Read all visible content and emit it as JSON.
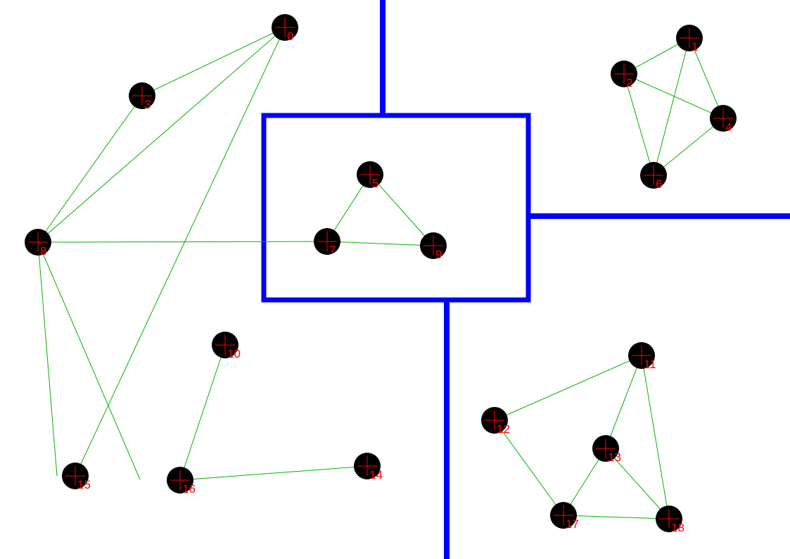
{
  "colors": {
    "background": "#ffffff",
    "wall": "#0000ff",
    "edge": "#00b400",
    "node_fill": "#000000",
    "crosshair": "#ff0000",
    "label": "#ff0000"
  },
  "nodes": [
    {
      "id": "0",
      "label": "0"
    },
    {
      "id": "1",
      "label": "1"
    },
    {
      "id": "2",
      "label": "2"
    },
    {
      "id": "3",
      "label": "3"
    },
    {
      "id": "4",
      "label": "4"
    },
    {
      "id": "5",
      "label": "5"
    },
    {
      "id": "6",
      "label": "6"
    },
    {
      "id": "7",
      "label": "7"
    },
    {
      "id": "8",
      "label": "8"
    },
    {
      "id": "9",
      "label": "9"
    },
    {
      "id": "10",
      "label": "10"
    },
    {
      "id": "11",
      "label": "11"
    },
    {
      "id": "12",
      "label": "12"
    },
    {
      "id": "13",
      "label": "13"
    },
    {
      "id": "14",
      "label": "14"
    },
    {
      "id": "15",
      "label": "15"
    },
    {
      "id": "16",
      "label": "16"
    },
    {
      "id": "17",
      "label": "17"
    },
    {
      "id": "18",
      "label": "18"
    }
  ],
  "edges": [
    [
      "0",
      "3"
    ],
    [
      "0",
      "8"
    ],
    [
      "0",
      "15"
    ],
    [
      "3",
      "8"
    ],
    [
      "8",
      "7"
    ],
    [
      "8",
      "15"
    ],
    [
      "8",
      "dangling"
    ],
    [
      "5",
      "7"
    ],
    [
      "5",
      "9"
    ],
    [
      "7",
      "9"
    ],
    [
      "1",
      "2"
    ],
    [
      "1",
      "4"
    ],
    [
      "1",
      "6"
    ],
    [
      "2",
      "4"
    ],
    [
      "2",
      "6"
    ],
    [
      "4",
      "6"
    ],
    [
      "10",
      "16"
    ],
    [
      "16",
      "14"
    ],
    [
      "11",
      "12"
    ],
    [
      "11",
      "13"
    ],
    [
      "11",
      "18"
    ],
    [
      "12",
      "17"
    ],
    [
      "13",
      "17"
    ],
    [
      "13",
      "18"
    ],
    [
      "17",
      "18"
    ]
  ]
}
